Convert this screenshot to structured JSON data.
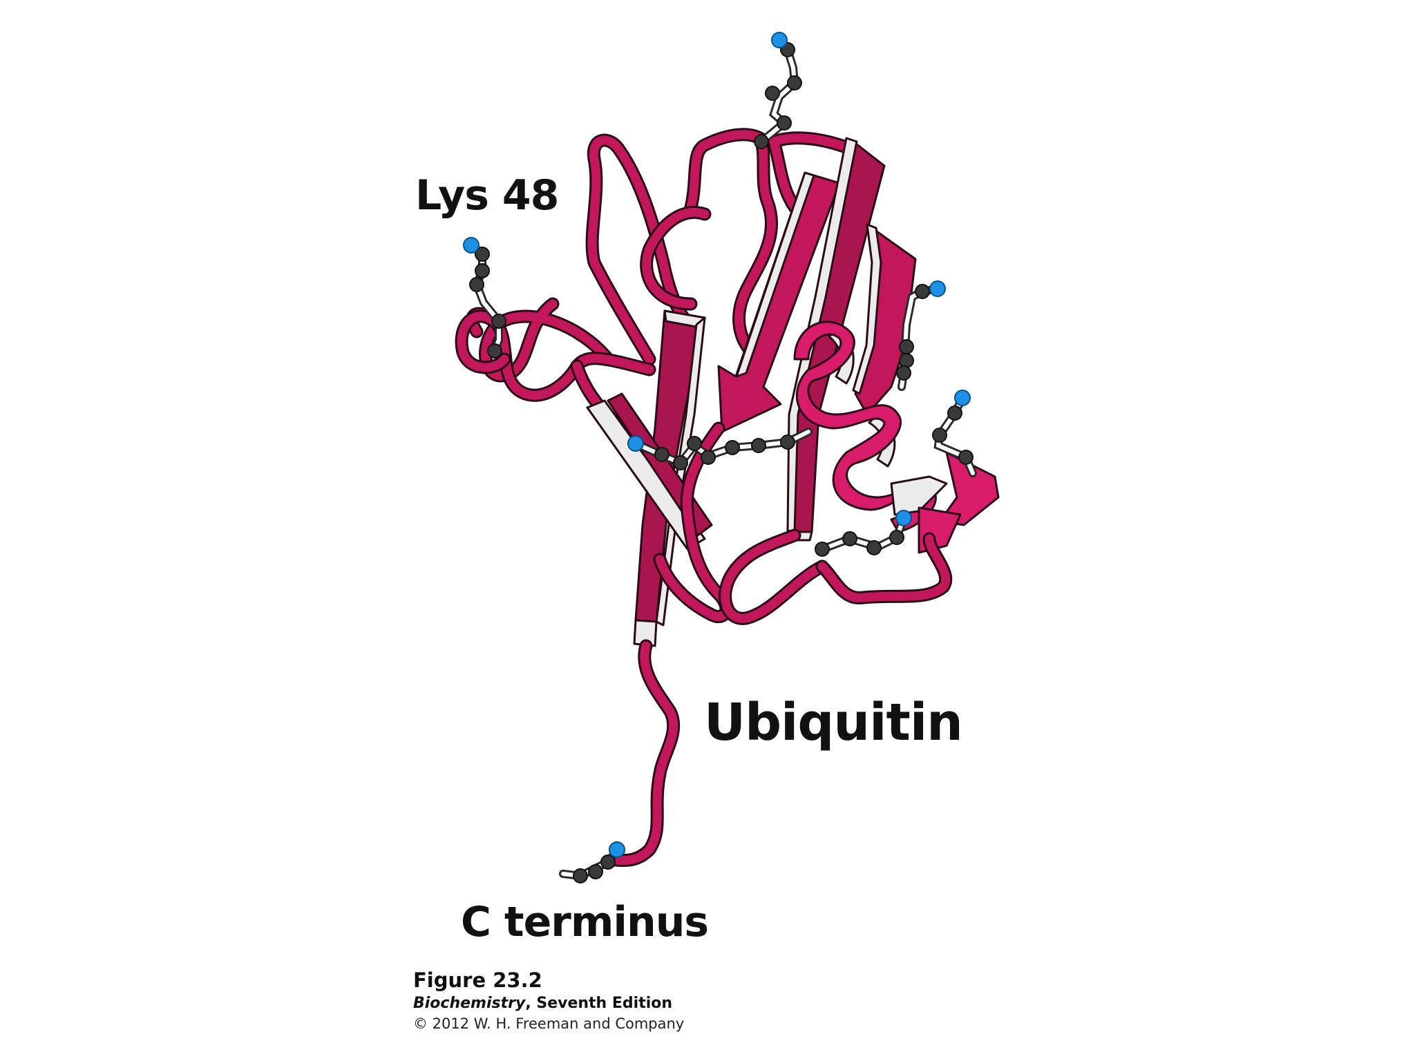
{
  "labels": {
    "lys48": "Lys 48",
    "ubiquitin": "Ubiquitin",
    "c_terminus": "C terminus"
  },
  "caption": {
    "figure_number": "Figure 23.2",
    "book_title": "Biochemistry",
    "book_edition": ", Seventh Edition",
    "copyright": "© 2012 W. H. Freeman and Company"
  },
  "colors": {
    "ribbon": "#c2185b",
    "ribbon_dark": "#9c1450",
    "ribbon_outline": "#2a0a16",
    "ribbon_underside": "#e9e9e9",
    "carbon_atom": "#3a3a3a",
    "nitrogen_atom": "#1e90e6",
    "bond": "#ffffff"
  }
}
